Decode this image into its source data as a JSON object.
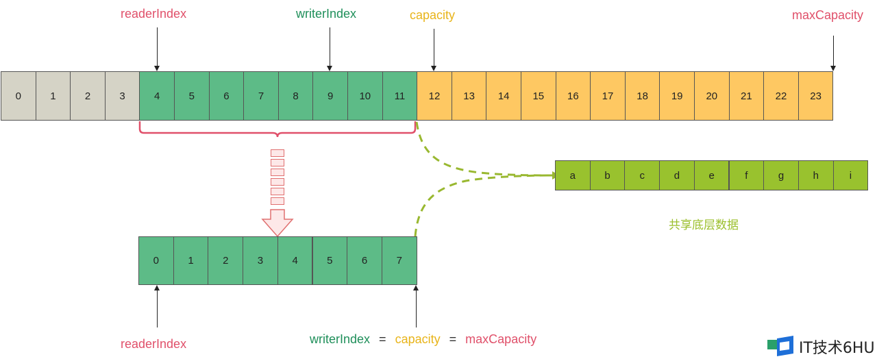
{
  "top_buffer": {
    "cells": [
      {
        "label": "0",
        "region": "discarded"
      },
      {
        "label": "1",
        "region": "discarded"
      },
      {
        "label": "2",
        "region": "discarded"
      },
      {
        "label": "3",
        "region": "discarded"
      },
      {
        "label": "4",
        "region": "readable"
      },
      {
        "label": "5",
        "region": "readable"
      },
      {
        "label": "6",
        "region": "readable"
      },
      {
        "label": "7",
        "region": "readable"
      },
      {
        "label": "8",
        "region": "readable"
      },
      {
        "label": "9",
        "region": "readable"
      },
      {
        "label": "10",
        "region": "readable"
      },
      {
        "label": "11",
        "region": "readable"
      },
      {
        "label": "12",
        "region": "writable"
      },
      {
        "label": "13",
        "region": "writable"
      },
      {
        "label": "14",
        "region": "writable"
      },
      {
        "label": "15",
        "region": "writable"
      },
      {
        "label": "16",
        "region": "writable"
      },
      {
        "label": "17",
        "region": "writable"
      },
      {
        "label": "18",
        "region": "writable"
      },
      {
        "label": "19",
        "region": "writable"
      },
      {
        "label": "20",
        "region": "writable"
      },
      {
        "label": "21",
        "region": "writable"
      },
      {
        "label": "22",
        "region": "writable"
      },
      {
        "label": "23",
        "region": "writable"
      }
    ],
    "pointers": {
      "readerIndex": "readerIndex",
      "writerIndex": "writerIndex",
      "capacity": "capacity",
      "maxCapacity": "maxCapacity"
    }
  },
  "slice_buffer": {
    "cells": [
      "0",
      "1",
      "2",
      "3",
      "4",
      "5",
      "6",
      "7"
    ],
    "reader_label": "readerIndex",
    "equation": {
      "writerIndex": "writerIndex",
      "eq1": "=",
      "capacity": "capacity",
      "eq2": "=",
      "maxCapacity": "maxCapacity"
    }
  },
  "shared_data": {
    "cells": [
      "a",
      "b",
      "c",
      "d",
      "e",
      "f",
      "g",
      "h",
      "i"
    ],
    "caption": "共享底层数据"
  },
  "watermark": {
    "text": "IT技术6HU"
  },
  "colors": {
    "discarded": "#d5d3c6",
    "readable": "#5dbb87",
    "writable": "#fec862",
    "shared": "#99c22e",
    "slice": "#5dbb87",
    "reader_label": "#e0506a",
    "writer_label": "#1f8f5a",
    "capacity_label": "#e8b41a",
    "max_label": "#e0506a",
    "caption": "#9bbf2c",
    "brace": "#e0506a",
    "dashed": "#99b830"
  }
}
